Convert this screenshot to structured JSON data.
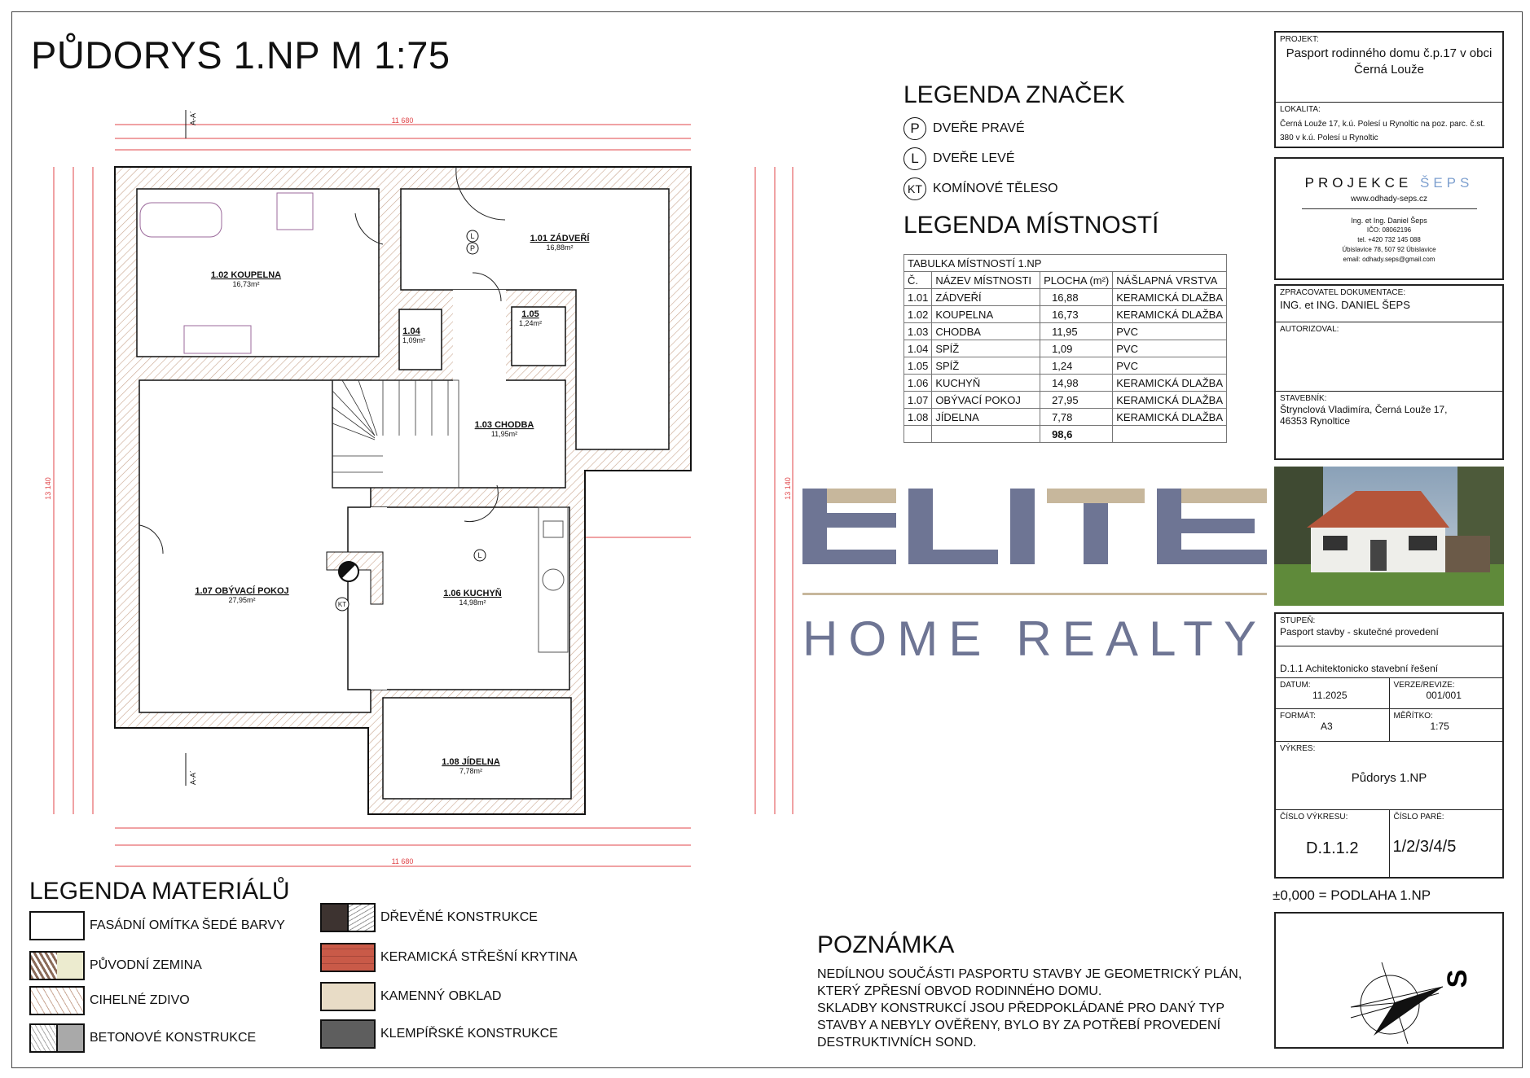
{
  "title": "PŮDORYS 1.NP M 1:75",
  "legend_symbols": {
    "heading": "LEGENDA ZNAČEK",
    "items": [
      {
        "code": "P",
        "label": "DVEŘE PRAVÉ"
      },
      {
        "code": "L",
        "label": "DVEŘE LEVÉ"
      },
      {
        "code": "KT",
        "label": "KOMÍNOVÉ TĚLESO"
      }
    ]
  },
  "legend_rooms": {
    "heading": "LEGENDA MÍSTNOSTÍ"
  },
  "room_table": {
    "caption": "TABULKA  MÍSTNOSTÍ 1.NP",
    "headers": [
      "Č.",
      "NÁZEV MÍSTNOSTI",
      "PLOCHA (m²)",
      "NÁŠLAPNÁ VRSTVA"
    ],
    "rows": [
      [
        "1.01",
        "ZÁDVEŘÍ",
        "16,88",
        "KERAMICKÁ DLAŽBA"
      ],
      [
        "1.02",
        "KOUPELNA",
        "16,73",
        "KERAMICKÁ DLAŽBA"
      ],
      [
        "1.03",
        "CHODBA",
        "11,95",
        "PVC"
      ],
      [
        "1.04",
        "SPÍŽ",
        "1,09",
        "PVC"
      ],
      [
        "1.05",
        "SPÍŽ",
        "1,24",
        "PVC"
      ],
      [
        "1.06",
        "KUCHYŇ",
        "14,98",
        "KERAMICKÁ DLAŽBA"
      ],
      [
        "1.07",
        "OBÝVACÍ POKOJ",
        "27,95",
        "KERAMICKÁ DLAŽBA"
      ],
      [
        "1.08",
        "JÍDELNA",
        "7,78",
        "KERAMICKÁ DLAŽBA"
      ]
    ],
    "total": "98,6"
  },
  "plan": {
    "rooms": [
      {
        "name": "1.01 ZÁDVEŘÍ",
        "area": "16,88m²"
      },
      {
        "name": "1.02 KOUPELNA",
        "area": "16,73m²"
      },
      {
        "name": "1.03 CHODBA",
        "area": "11,95m²"
      },
      {
        "name": "1.04",
        "area": "1,09m²"
      },
      {
        "name": "1.05",
        "area": "1,24m²"
      },
      {
        "name": "1.06 KUCHYŇ",
        "area": "14,98m²"
      },
      {
        "name": "1.07 OBÝVACÍ POKOJ",
        "area": "27,95m²"
      },
      {
        "name": "1.08 JÍDELNA",
        "area": "7,78m²"
      }
    ],
    "dims": {
      "width": "11 680",
      "depth": "13 140"
    },
    "section": "A-A´",
    "door_p": "P",
    "door_l": "L",
    "chimney": "KT"
  },
  "title_block": {
    "projekt_label": "PROJEKT:",
    "projekt": "Pasport rodinného domu č.p.17 v obci Černá Louže",
    "lokalita_label": "LOKALITA:",
    "lokalita_1": "Černá Louže 17, k.ú. Polesí u Rynoltic na poz. parc. č.st.",
    "lokalita_2": "380 v k.ú. Polesí u Rynoltic",
    "firm_a": "PROJEKCE",
    "firm_b": "ŠEPS",
    "web": "www.odhady-seps.cz",
    "person": "Ing. et Ing. Daniel Šeps",
    "ico": "IČO: 08062196",
    "tel": "tel. +420 732 145 088",
    "addr": "Úbislavice 78, 507 92 Úbislavice",
    "email": "email: odhady.seps@gmail.com",
    "zprac_label": "ZPRACOVATEL DOKUMENTACE:",
    "zprac": "ING. et ING. DANIEL ŠEPS",
    "autor_label": "AUTORIZOVAL:",
    "stav_label": "STAVEBNÍK:",
    "stav_1": "Štrynclová Vladimíra, Černá Louže 17,",
    "stav_2": "46353 Rynoltice",
    "stupen_label": "STUPEŇ:",
    "stupen": "Pasport stavby - skutečné provedení",
    "cast": "D.1.1 Achitektonicko stavební řešení",
    "datum_label": "DATUM:",
    "datum": "11.2025",
    "verze_label": "VERZE/REVIZE:",
    "verze": "001/001",
    "format_label": "FORMÁT:",
    "format": "A3",
    "meritko_label": "MĚŘÍTKO:",
    "meritko": "1:75",
    "vykres_label": "VÝKRES:",
    "vykres": "Půdorys 1.NP",
    "cislo_label": "ČÍSLO VÝKRESU:",
    "cislo": "D.1.1.2",
    "pare_label": "ČÍSLO PARÉ:",
    "pare": "1/2/3/4/5",
    "level": "±0,000 = PODLAHA 1.NP",
    "north": "S"
  },
  "materials": {
    "heading": "LEGENDA MATERIÁLŮ",
    "items": [
      "FASÁDNÍ OMÍTKA ŠEDÉ BARVY",
      "PŮVODNÍ ZEMINA",
      "CIHELNÉ ZDIVO",
      "BETONOVÉ KONSTRUKCE",
      "DŘEVĚNÉ KONSTRUKCE",
      "KERAMICKÁ STŘEŠNÍ KRYTINA",
      "KAMENNÝ OBKLAD",
      "KLEMPÍŘSKÉ KONSTRUKCE"
    ]
  },
  "note": {
    "heading": "POZNÁMKA",
    "lines": [
      "NEDÍLNOU SOUČÁSTI PASPORTU STAVBY JE GEOMETRICKÝ PLÁN,",
      "KTERÝ ZPŘESNÍ OBVOD RODINNÉHO DOMU.",
      "SKLADBY KONSTRUKCÍ JSOU PŘEDPOKLÁDANÉ PRO DANÝ TYP",
      "STAVBY A NEBYLY OVĚŘENY, BYLO BY ZA POTŘEBÍ PROVEDENÍ",
      "DESTRUKTIVNÍCH SOND."
    ]
  },
  "watermark": {
    "brand": "ELITE",
    "sub": "HOME REALTY"
  },
  "colors": {
    "dim": "#e0464a",
    "wm_blue": "#6e7594",
    "wm_tan": "#c7b79c",
    "seps": "#7ea0cf"
  }
}
